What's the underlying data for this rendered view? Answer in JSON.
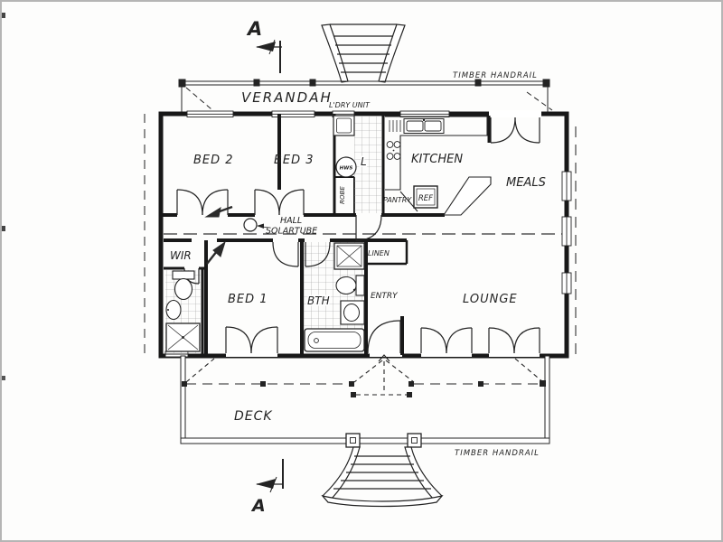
{
  "labels": {
    "section_top": "A",
    "section_bottom": "A",
    "verandah": "VERANDAH",
    "handrail_top": "TIMBER HANDRAIL",
    "handrail_bottom": "TIMBER HANDRAIL",
    "ldry_unit": "L'DRY UNIT",
    "bed2": "BED 2",
    "bed3": "BED 3",
    "laundry_short": "L",
    "hws": "HWS",
    "robe": "ROBE",
    "kitchen": "KITCHEN",
    "pantry": "PANTRY",
    "ref": "REF",
    "meals": "MEALS",
    "hall": "HALL",
    "solartube": "SOLARTUBE",
    "wir": "WIR",
    "bed1": "BED 1",
    "bth": "BTH",
    "linen": "LINEN",
    "entry": "ENTRY",
    "lounge": "LOUNGE",
    "deck": "DECK"
  },
  "colors": {
    "ink": "#232323",
    "wall": "#181818",
    "paper": "#fdfdfc",
    "tile_line": "#999999",
    "scan_border": "#b5b5b5"
  }
}
